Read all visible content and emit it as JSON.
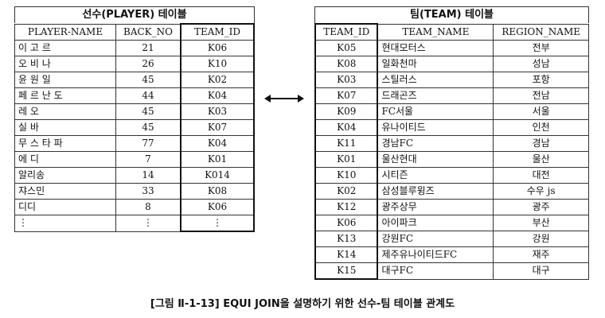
{
  "player_table": {
    "title": "선수(PLAYER) 테이블",
    "headers": [
      "PLAYER-NAME",
      "BACK_NO",
      "TEAM_ID"
    ],
    "rows": [
      [
        "이 고 르",
        "21",
        "K06"
      ],
      [
        "오 비 나",
        "26",
        "K10"
      ],
      [
        "윤 원 일",
        "45",
        "K02"
      ],
      [
        "페 르 난 도",
        "44",
        "K04"
      ],
      [
        "레 오",
        "45",
        "K03"
      ],
      [
        "실 바",
        "45",
        "K07"
      ],
      [
        "무 스 타 파",
        "77",
        "K04"
      ],
      [
        "에 디",
        "7",
        "K01"
      ],
      [
        "알리송",
        "14",
        "K014"
      ],
      [
        "쟈스민",
        "33",
        "K08"
      ],
      [
        "디디",
        "8",
        "K06"
      ],
      [
        "⋮",
        "⋮",
        "⋮"
      ]
    ]
  },
  "team_table": {
    "title": "팀(TEAM) 테이블",
    "headers": [
      "TEAM_ID",
      "TEAM_NAME",
      "REGION_NAME"
    ],
    "rows": [
      [
        "K05",
        "현대모터스",
        "전부"
      ],
      [
        "K08",
        "일화천마",
        "성남"
      ],
      [
        "K03",
        "스틸러스",
        "포항"
      ],
      [
        "K07",
        "드래곤즈",
        "전남"
      ],
      [
        "K09",
        "FC서울",
        "서울"
      ],
      [
        "K04",
        "유나이티드",
        "인천"
      ],
      [
        "K11",
        "경남FC",
        "경남"
      ],
      [
        "K01",
        "울산현대",
        "울산"
      ],
      [
        "K10",
        "시티즌",
        "대전"
      ],
      [
        "K02",
        "삼성블루윙즈",
        "수우 js"
      ],
      [
        "K12",
        "광주상무",
        "광주"
      ],
      [
        "K06",
        "아이파크",
        "부산"
      ],
      [
        "K13",
        "강원FC",
        "강원"
      ],
      [
        "K14",
        "제주유나이티드FC",
        "재주"
      ],
      [
        "K15",
        "대구FC",
        "대구"
      ]
    ]
  },
  "relation_icon": "double-headed-arrow",
  "caption": "[그림 Ⅱ-1-13] EQUI JOIN을 설명하기 위한 선수-팀 테이블 관계도"
}
